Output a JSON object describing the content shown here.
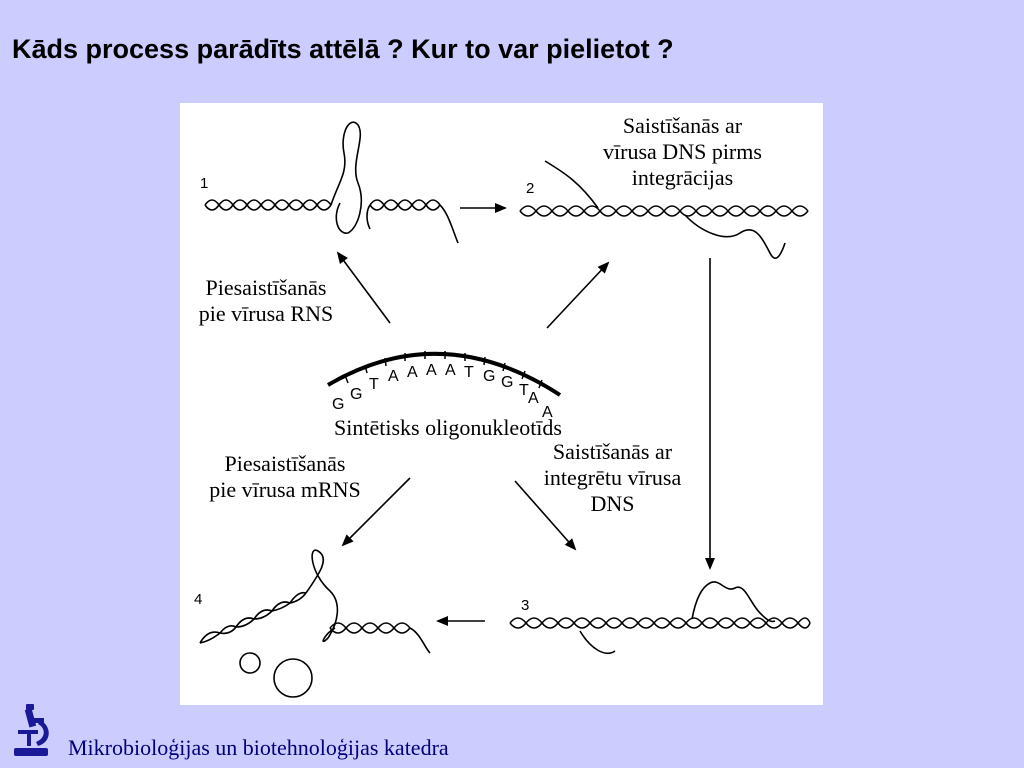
{
  "slide": {
    "title": "Kāds process parādīts attēlā ? Kur to var pielietot ?",
    "footer": "Mikrobioloģijas un biotehnoloģijas katedra"
  },
  "diagram": {
    "step_numbers": [
      "1",
      "2",
      "3",
      "4"
    ],
    "labels": {
      "top_left": [
        "Piesaistīšanās",
        "pie vīrusa RNS"
      ],
      "top_right": [
        "Saistīšanās ar",
        "vīrusa DNS pirms",
        "integrācijas"
      ],
      "center": "Sintētisks oligonukleotīds",
      "bottom_left": [
        "Piesaistīšanās",
        "pie vīrusa mRNS"
      ],
      "bottom_right": [
        "Saistīšanās ar",
        "integrētu vīrusa",
        "DNS"
      ]
    },
    "oligo_bases": [
      "G",
      "G",
      "T",
      "A",
      "A",
      "A",
      "A",
      "T",
      "G",
      "G",
      "T",
      "A",
      "A"
    ]
  },
  "colors": {
    "background": "#ccccff",
    "figure_bg": "#ffffff",
    "footer_text": "#00007a",
    "logo": "#1a1a99"
  }
}
